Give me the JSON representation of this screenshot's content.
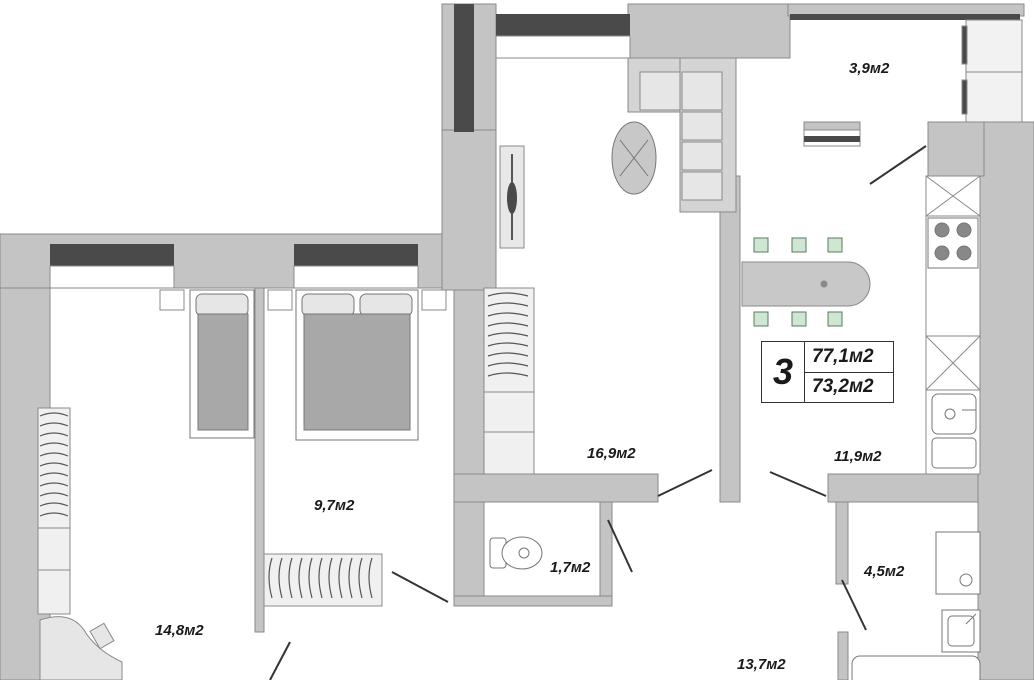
{
  "plan": {
    "rooms_count": "3",
    "total_area": "77,1м2",
    "living_area": "73,2м2",
    "rooms": [
      {
        "id": "balcony",
        "area": "3,9м2"
      },
      {
        "id": "living",
        "area": "16,9м2"
      },
      {
        "id": "kitchen",
        "area": "11,9м2"
      },
      {
        "id": "bedroom-small",
        "area": "9,7м2"
      },
      {
        "id": "wc",
        "area": "1,7м2"
      },
      {
        "id": "bathroom",
        "area": "4,5м2"
      },
      {
        "id": "bedroom-large",
        "area": "14,8м2"
      },
      {
        "id": "hall",
        "area": "13,7м2"
      }
    ]
  },
  "colors": {
    "wall": "#c4c4c4",
    "wall_edge": "#8a8a8a",
    "window": "#4a4a4a",
    "furniture": "#c8c8c8",
    "chair": "#cfe6d2"
  }
}
